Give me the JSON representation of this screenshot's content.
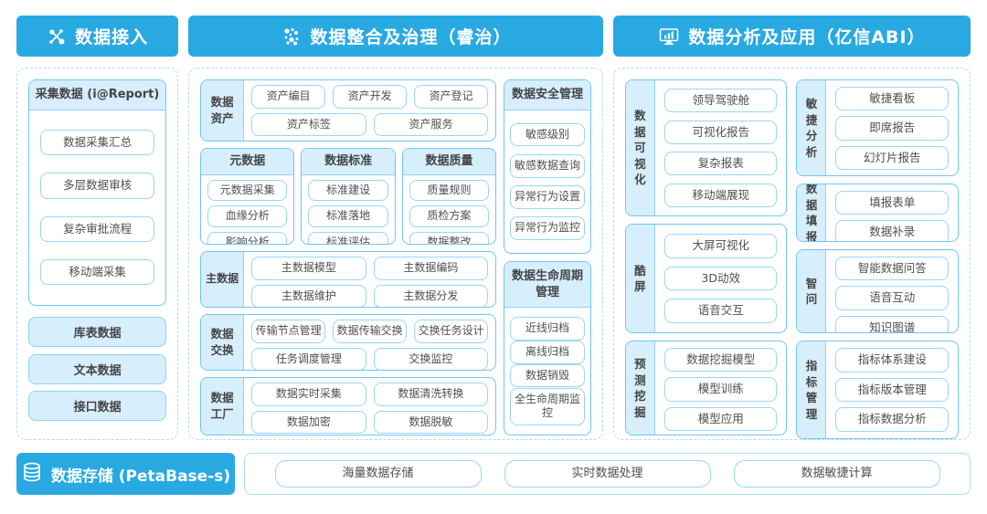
{
  "colors": {
    "header_blue": "#29a9e2",
    "light_fill": "#d7eefc",
    "group_border": "#6fc6ee",
    "button_border": "#9ad6f3",
    "panel_dash": "#aedcf5",
    "text": "#4d4d4d"
  },
  "headers": {
    "access": "数据接入",
    "governance": "数据整合及治理（睿治）",
    "analysis": "数据分析及应用（亿信ABI）"
  },
  "access": {
    "collect": {
      "title": "采集数据 (i@Report)",
      "items": [
        "数据采集汇总",
        "多层数据审核",
        "复杂审批流程",
        "移动端采集"
      ]
    },
    "sources": [
      "库表数据",
      "文本数据",
      "接口数据"
    ]
  },
  "governance": {
    "asset": {
      "label": "数据资产",
      "row1": [
        "资产编目",
        "资产开发",
        "资产登记"
      ],
      "row2": [
        "资产标签",
        "资产服务"
      ]
    },
    "meta": {
      "title": "元数据",
      "items": [
        "元数据采集",
        "血缘分析",
        "影响分析"
      ]
    },
    "standard": {
      "title": "数据标准",
      "items": [
        "标准建设",
        "标准落地",
        "标准评估"
      ]
    },
    "quality": {
      "title": "数据质量",
      "items": [
        "质量规则",
        "质检方案",
        "数据整改"
      ]
    },
    "master": {
      "label": "主数据",
      "row1": [
        "主数据模型",
        "主数据编码"
      ],
      "row2": [
        "主数据维护",
        "主数据分发"
      ]
    },
    "exchange": {
      "label": "数据交换",
      "row1": [
        "传输节点管理",
        "数据传输交换",
        "交换任务设计"
      ],
      "row2": [
        "任务调度管理",
        "交换监控"
      ]
    },
    "factory": {
      "label": "数据工厂",
      "row1": [
        "数据实时采集",
        "数据清洗转换"
      ],
      "row2": [
        "数据加密",
        "数据脱敏"
      ]
    },
    "security": {
      "title": "数据安全管理",
      "items": [
        "敏感级别",
        "敏感数据查询",
        "异常行为设置",
        "异常行为监控"
      ]
    },
    "lifecycle": {
      "title": "数据生命周期管理",
      "items": [
        "近线归档",
        "离线归档",
        "数据销毁",
        "全生命周期监控"
      ]
    }
  },
  "analysis": {
    "visualization": {
      "label": "数据可视化",
      "items": [
        "领导驾驶舱",
        "可视化报告",
        "复杂报表",
        "移动端展现"
      ]
    },
    "coolscreen": {
      "label": "酷屏",
      "items": [
        "大屏可视化",
        "3D动效",
        "语音交互"
      ]
    },
    "mining": {
      "label": "预测挖掘",
      "items": [
        "数据挖掘模型",
        "模型训练",
        "模型应用"
      ]
    },
    "agile": {
      "label": "敏捷分析",
      "items": [
        "敏捷看板",
        "即席报告",
        "幻灯片报告"
      ]
    },
    "filling": {
      "label": "数据填报",
      "items": [
        "填报表单",
        "数据补录"
      ]
    },
    "ask": {
      "label": "智问",
      "items": [
        "智能数据问答",
        "语音互动",
        "知识图谱"
      ]
    },
    "indicator": {
      "label": "指标管理",
      "items": [
        "指标体系建设",
        "指标版本管理",
        "指标数据分析"
      ]
    }
  },
  "storage": {
    "label": "数据存储 (PetaBase-s)",
    "items": [
      "海量数据存储",
      "实时数据处理",
      "数据敏捷计算"
    ]
  }
}
